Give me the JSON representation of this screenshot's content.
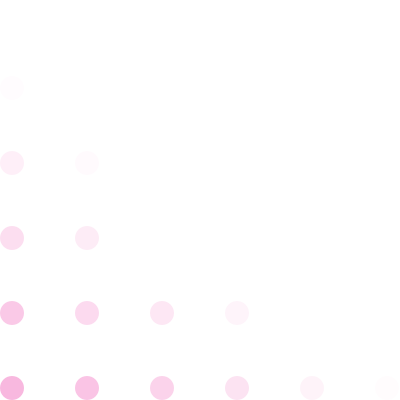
{
  "background": "#ffffff",
  "dot_color": "#f7a8d8",
  "dot_grid": [
    [
      0.03,
      0.0,
      0.0,
      0.0,
      0.0,
      0.0
    ],
    [
      0.18,
      0.06,
      0.0,
      0.0,
      0.0,
      0.0
    ],
    [
      0.38,
      0.22,
      0.0,
      0.0,
      0.0,
      0.0
    ],
    [
      0.62,
      0.42,
      0.28,
      0.12,
      0.0,
      0.0
    ],
    [
      0.82,
      0.68,
      0.5,
      0.32,
      0.14,
      0.04
    ]
  ]
}
